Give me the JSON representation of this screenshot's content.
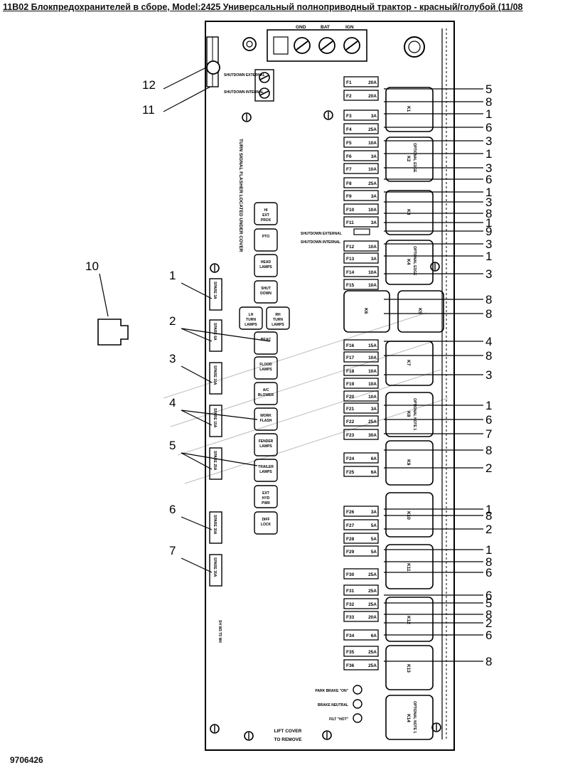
{
  "header": {
    "title": "11B02 Блокпредохранителей в сборе, Model:2425 Универсальный полноприводный трактор - красный/голубой (11/08"
  },
  "footer": {
    "doc_number": "9706426"
  },
  "board": {
    "terminals": [
      "GND",
      "BAT",
      "IGN"
    ],
    "sideways_text": "TURN SIGNAL FLASHER LOCATED UNDER COVER",
    "lift_cover": [
      "LIFT COVER",
      "TO REMOVE"
    ],
    "shutdown": [
      "SHUTDOWN EXTERNAL",
      "SHUTDOWN INTERNAL"
    ],
    "switch_leds": [
      "PARK BRAKE \"ON\"",
      "BRAKE NEUTRAL",
      "FILT \"HOT\""
    ]
  },
  "fuses": [
    {
      "name": "F1",
      "rating": "20A"
    },
    {
      "name": "F2",
      "rating": "20A"
    },
    {
      "name": "F3",
      "rating": "3A"
    },
    {
      "name": "F4",
      "rating": "25A"
    },
    {
      "name": "F5",
      "rating": "10A"
    },
    {
      "name": "F6",
      "rating": "3A"
    },
    {
      "name": "F7",
      "rating": "10A"
    },
    {
      "name": "F8",
      "rating": "25A"
    },
    {
      "name": "F9",
      "rating": "3A"
    },
    {
      "name": "F10",
      "rating": "10A"
    },
    {
      "name": "F11",
      "rating": "3A"
    },
    {
      "name": "F12",
      "rating": "10A"
    },
    {
      "name": "F13",
      "rating": "3A"
    },
    {
      "name": "F14",
      "rating": "10A"
    },
    {
      "name": "F15",
      "rating": "10A"
    },
    {
      "name": "F16",
      "rating": "15A"
    },
    {
      "name": "F17",
      "rating": "10A"
    },
    {
      "name": "F18",
      "rating": "10A"
    },
    {
      "name": "F19",
      "rating": "10A"
    },
    {
      "name": "F20",
      "rating": "10A"
    },
    {
      "name": "F21",
      "rating": "3A"
    },
    {
      "name": "F22",
      "rating": "25A"
    },
    {
      "name": "F23",
      "rating": "30A"
    },
    {
      "name": "F24",
      "rating": "6A"
    },
    {
      "name": "F25",
      "rating": "6A"
    },
    {
      "name": "F26",
      "rating": "3A"
    },
    {
      "name": "F27",
      "rating": "5A"
    },
    {
      "name": "F28",
      "rating": "5A"
    },
    {
      "name": "F29",
      "rating": "5A"
    },
    {
      "name": "F30",
      "rating": "25A"
    },
    {
      "name": "F31",
      "rating": "25A"
    },
    {
      "name": "F32",
      "rating": "25A"
    },
    {
      "name": "F33",
      "rating": "20A"
    },
    {
      "name": "F34",
      "rating": "6A"
    },
    {
      "name": "F35",
      "rating": "25A"
    },
    {
      "name": "F36",
      "rating": "25A"
    }
  ],
  "relays": [
    "K1",
    "K2",
    "K3",
    "K4",
    "K5",
    "K6",
    "K7",
    "K8",
    "K9",
    "K10",
    "K11",
    "K12",
    "K13",
    "K14"
  ],
  "relay_notes": {
    "K2": "OPTIONAL EDGE",
    "K4": "OPTIONAL EDGE",
    "K8": "OPTIONAL NOTE 1",
    "K14": "OPTIONAL NOTE 1"
  },
  "flasher_labels": [
    "HI EXT PROX",
    "PTO",
    "HEAD LAMPS",
    "SHUT DOWN",
    "LH TURN LAMPS",
    "RH TURN LAMPS",
    "BEAC",
    "FLOOD LAMPS",
    "A/C BLOWER",
    "WORK FLASH",
    "FENDER LAMPS",
    "TRAILER LAMPS",
    "EXT HYD PWR",
    "DIFF LOCK"
  ],
  "spares": [
    "SPARE 3A",
    "SPARE 6A",
    "SPARE 10A",
    "SPARE 15A",
    "SPARE 25A",
    "SPARE 30A",
    "SPARE 30A"
  ],
  "callouts": {
    "left": [
      "12",
      "11",
      "10",
      "1",
      "2",
      "3",
      "4",
      "5",
      "6",
      "7"
    ],
    "right": [
      "5",
      "8",
      "1",
      "6",
      "3",
      "1",
      "3",
      "6",
      "1",
      "3",
      "8",
      "1",
      "9",
      "3",
      "1",
      "3",
      "8",
      "8",
      "4",
      "8",
      "3",
      "1",
      "6",
      "7",
      "8",
      "2",
      "1",
      "8",
      "2",
      "1",
      "8",
      "6",
      "6",
      "5",
      "8",
      "2",
      "6",
      "8"
    ]
  }
}
